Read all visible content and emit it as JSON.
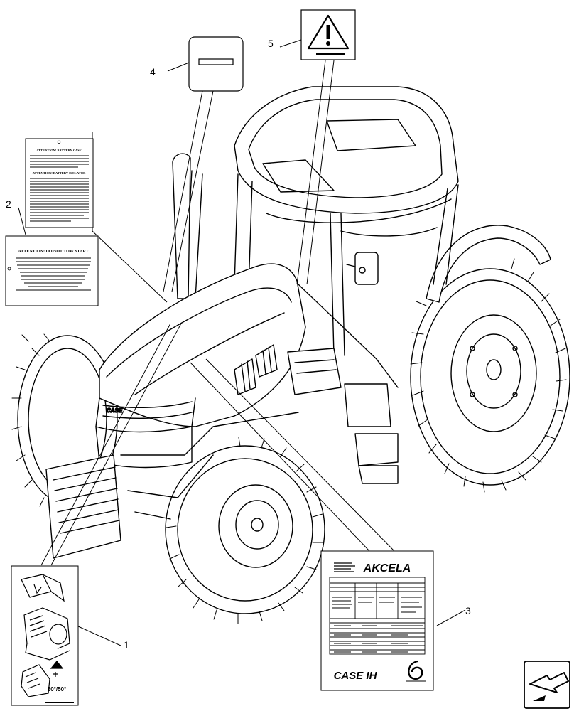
{
  "callouts": {
    "c1": "1",
    "c2": "2",
    "c3": "3",
    "c4": "4",
    "c5": "5"
  },
  "decal_2": {
    "upper_heading": "ATTENTION! BATTERY CASE",
    "upper_subheading": "ATTENTION! BATTERY ISOLATOR",
    "lower_heading": "ATTENTION! DO NOT TOW START"
  },
  "decal_3": {
    "logo": "AKCELA",
    "brand": "CASE IH"
  },
  "decal_1": {
    "temperature_label": "50°/50°"
  },
  "icons": {
    "nav": "next-page-arrow-icon",
    "warning": "warning-triangle-icon"
  }
}
